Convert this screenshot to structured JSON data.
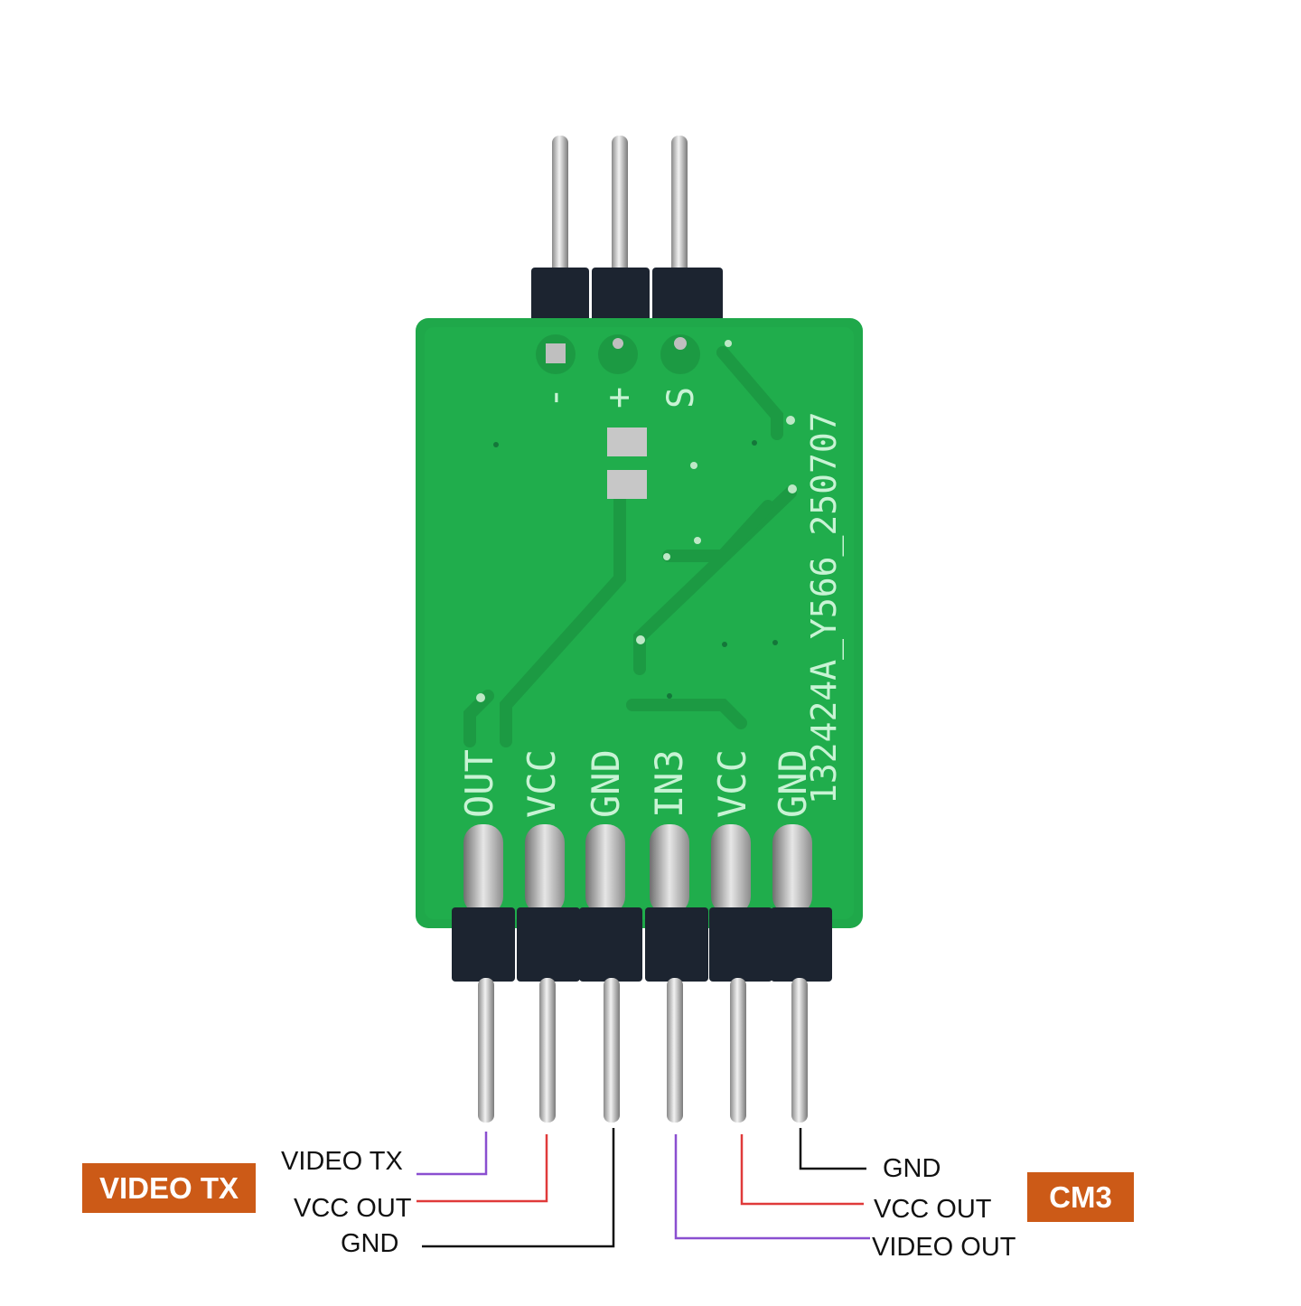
{
  "board": {
    "pcb_color": "#1fa84a",
    "silk_color": "#c8f3d4",
    "top_pins": [
      "-",
      "+",
      "S"
    ],
    "bottom_pins": [
      "OUT",
      "VCC",
      "GND",
      "IN3",
      "VCC",
      "GND"
    ],
    "part_number": "132424A_Y566_250707"
  },
  "tags": {
    "left": "VIDEO TX",
    "right": "CM3",
    "color": "#cc5a17"
  },
  "labels": {
    "left": [
      "VIDEO TX",
      "VCC OUT",
      "GND"
    ],
    "right": [
      "GND",
      "VCC OUT",
      "VIDEO OUT"
    ]
  },
  "wire_colors": {
    "video": "#8a4fd0",
    "vcc": "#e03a3a",
    "gnd": "#111111"
  }
}
